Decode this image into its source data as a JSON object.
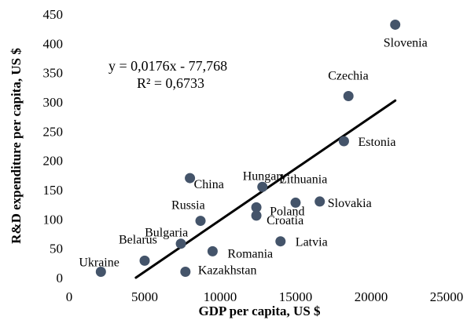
{
  "chart_data": {
    "type": "scatter",
    "xlabel": "GDP per capita, US $",
    "ylabel": "R&D expenditure per capita, US $",
    "xlim": [
      0,
      25000
    ],
    "ylim": [
      0,
      450
    ],
    "xticks": [
      0,
      5000,
      10000,
      15000,
      20000,
      25000
    ],
    "yticks": [
      0,
      50,
      100,
      150,
      200,
      250,
      300,
      350,
      400,
      450
    ],
    "grid": false,
    "marker_color": "#44546a",
    "trendline": {
      "equation": "y = 0,0176x - 77,768",
      "r_squared": "R² = 0,6733",
      "slope": 0.0176,
      "intercept": -77.768,
      "x_range": [
        4420,
        21600
      ],
      "color": "#000000"
    },
    "points": [
      {
        "label": "Slovenia",
        "x": 21600,
        "y": 432
      },
      {
        "label": "Czechia",
        "x": 18500,
        "y": 310
      },
      {
        "label": "Estonia",
        "x": 18200,
        "y": 233
      },
      {
        "label": "China",
        "x": 8000,
        "y": 170
      },
      {
        "label": "Hungary",
        "x": 12800,
        "y": 155
      },
      {
        "label": "Lithuania",
        "x": 15000,
        "y": 128
      },
      {
        "label": "Slovakia",
        "x": 16600,
        "y": 130
      },
      {
        "label": "Russia",
        "x": 8700,
        "y": 97
      },
      {
        "label": "Poland",
        "x": 12400,
        "y": 120
      },
      {
        "label": "Croatia",
        "x": 12400,
        "y": 106
      },
      {
        "label": "Bulgaria",
        "x": 7400,
        "y": 58
      },
      {
        "label": "Belarus",
        "x": 5000,
        "y": 29
      },
      {
        "label": "Romania",
        "x": 9500,
        "y": 45
      },
      {
        "label": "Latvia",
        "x": 14000,
        "y": 62
      },
      {
        "label": "Ukraine",
        "x": 2100,
        "y": 10
      },
      {
        "label": "Kazakhstan",
        "x": 7700,
        "y": 10
      }
    ]
  }
}
